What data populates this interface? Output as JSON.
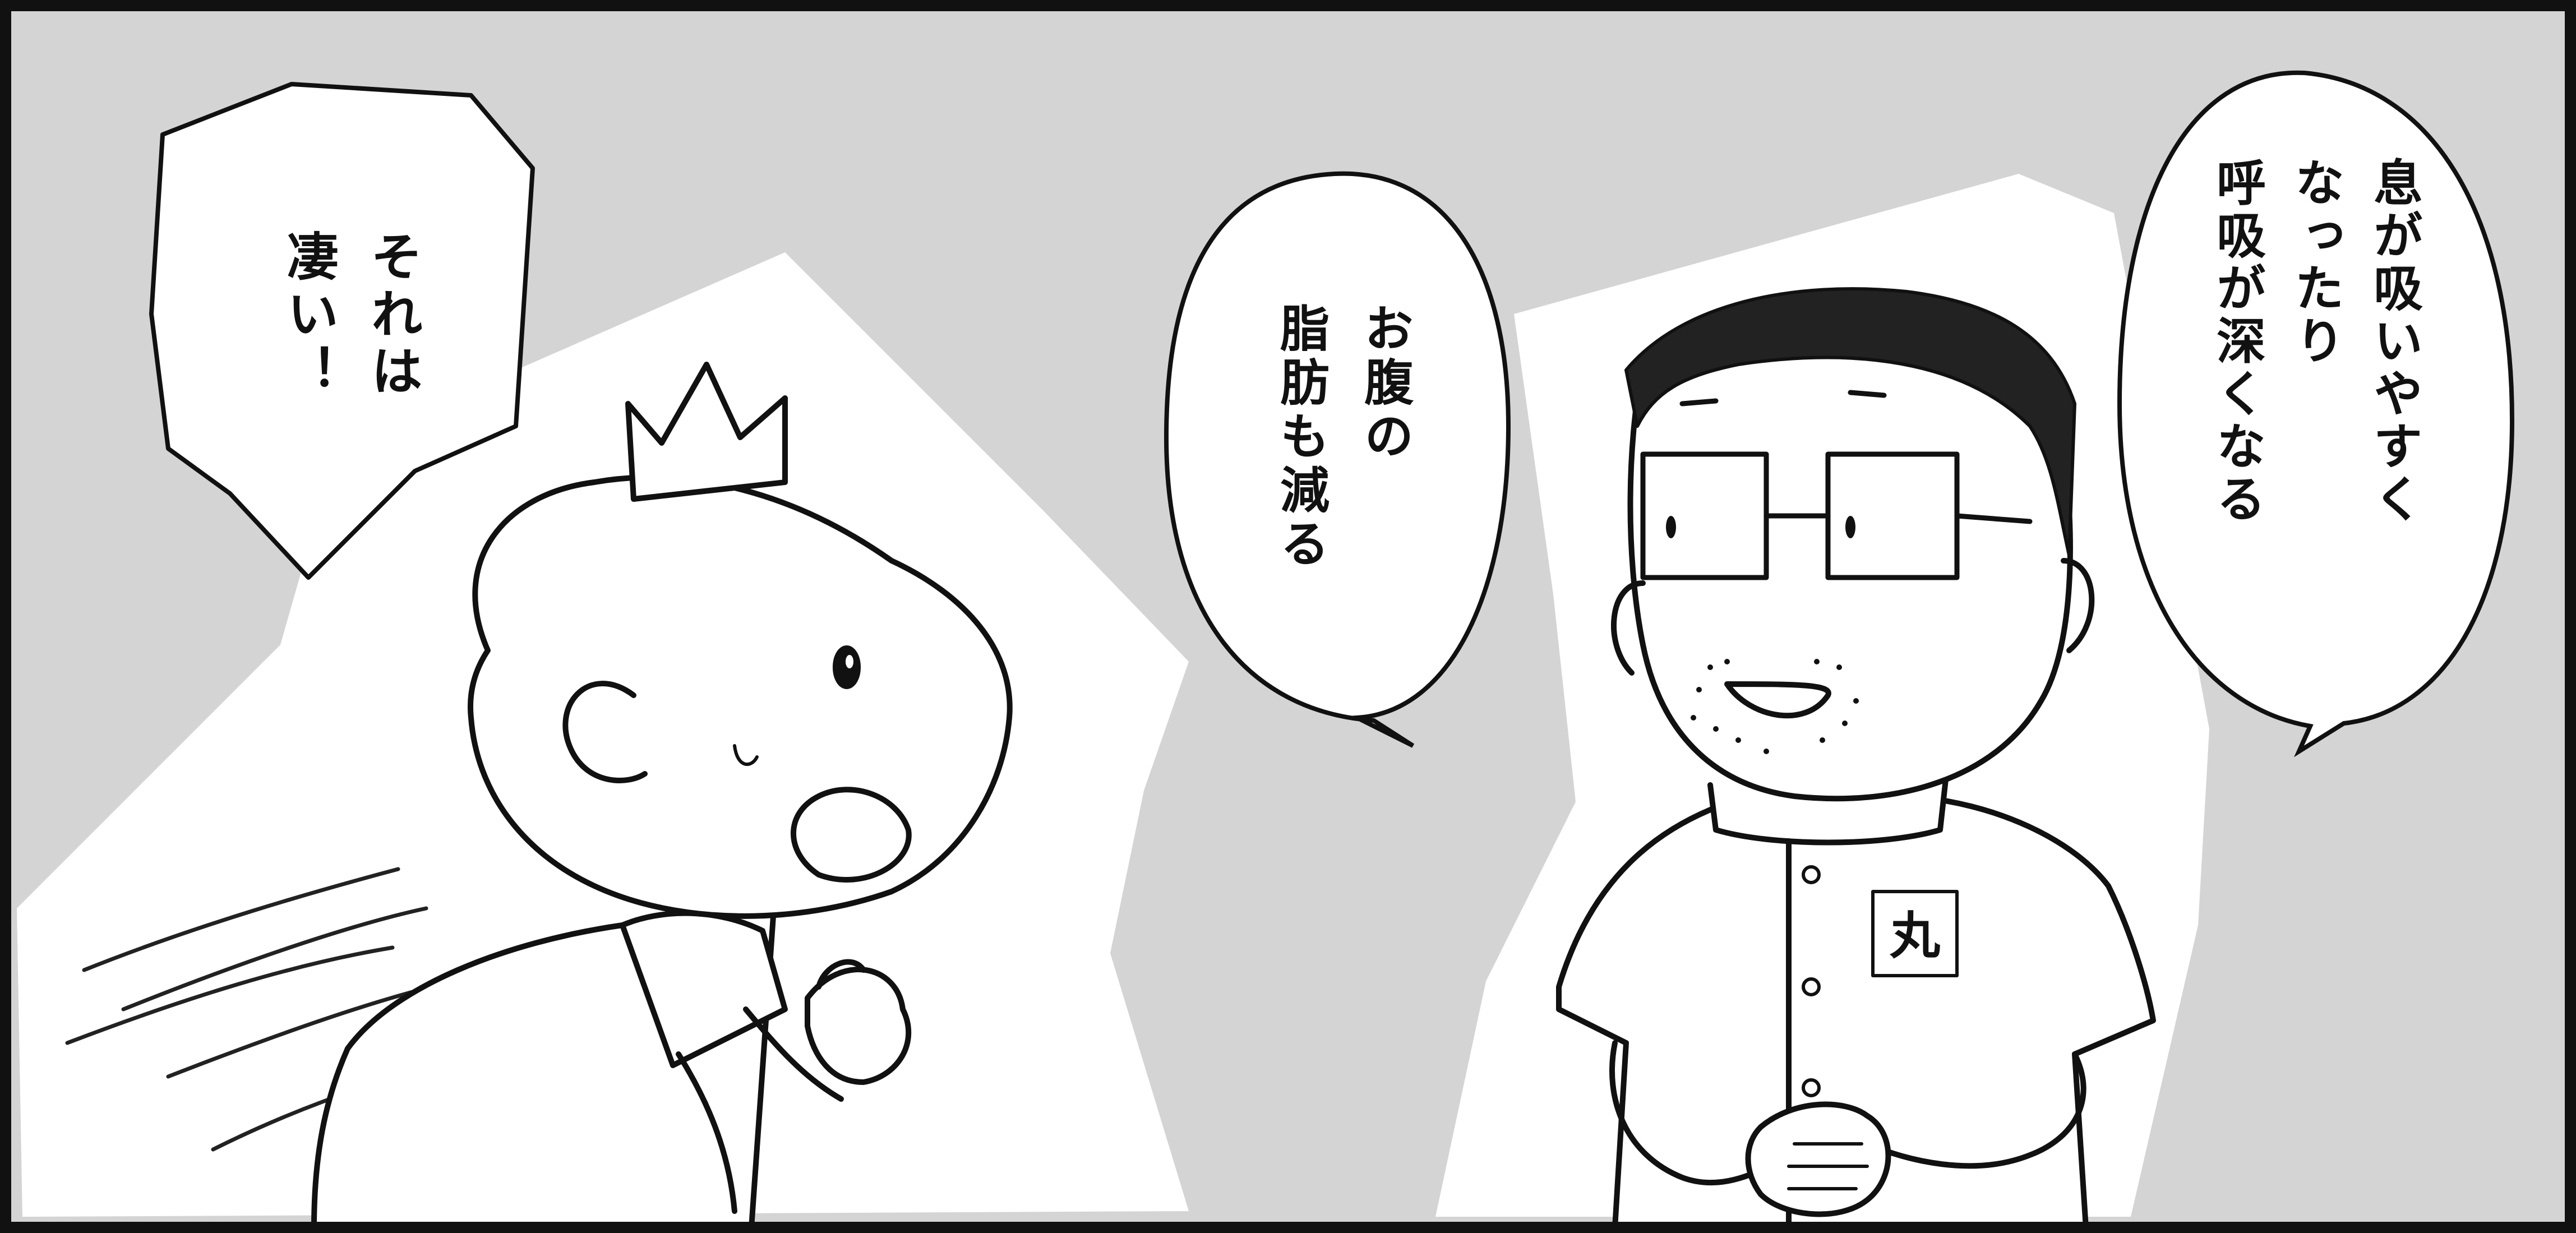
{
  "panel": {
    "background": "#d4d4d4",
    "border": "#111111",
    "highlight": "#ffffff"
  },
  "speech": {
    "left_shout": {
      "columns": [
        "それは",
        "凄い！"
      ]
    },
    "middle": {
      "columns": [
        "お腹の",
        "脂肪も減る"
      ]
    },
    "right": {
      "columns": [
        "息が吸いやすく",
        "なったり",
        "呼吸が深くなる"
      ]
    }
  },
  "characters": {
    "left": {
      "name": "",
      "description_icon": "crown-character-icon"
    },
    "right": {
      "badge_text": "丸",
      "description_icon": "glasses-man-icon"
    }
  }
}
